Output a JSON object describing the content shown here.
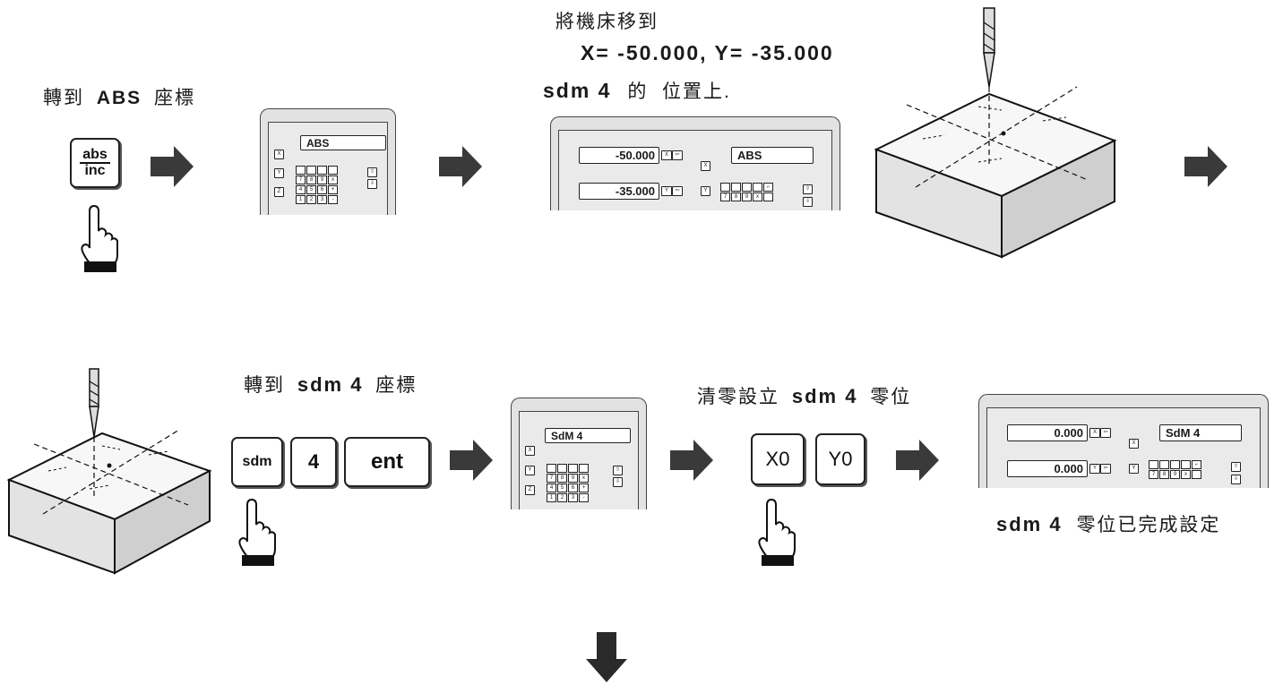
{
  "step1": {
    "caption_pre": "轉到",
    "caption_bold": "ABS",
    "caption_post": "座標",
    "key_top": "abs",
    "key_bottom": "inc"
  },
  "panel_small_1": {
    "display": "ABS"
  },
  "step2": {
    "line1": "將機床移到",
    "line2": "X= -50.000, Y= -35.000",
    "line3_bold": "sdm 4",
    "line3_rest": "的  位置上."
  },
  "panel_large_1": {
    "x_value": "-50.000",
    "y_value": "-35.000",
    "display": "ABS"
  },
  "step3": {
    "caption_pre": "轉到",
    "caption_bold": "sdm 4",
    "caption_post": "座標",
    "keys": [
      "sdm",
      "4",
      "ent"
    ]
  },
  "panel_small_2": {
    "display": "SdM 4"
  },
  "step4": {
    "caption_pre": "清零設立",
    "caption_bold": "sdm 4",
    "caption_post": "零位",
    "keys": [
      "X0",
      "Y0"
    ]
  },
  "panel_large_2": {
    "x_value": "0.000",
    "y_value": "0.000",
    "display": "SdM 4"
  },
  "result": {
    "caption_bold": "sdm 4",
    "caption_rest": "零位已完成設定"
  },
  "colors": {
    "arrow": "#3a3a3a",
    "panel": "#e2e2e2"
  }
}
